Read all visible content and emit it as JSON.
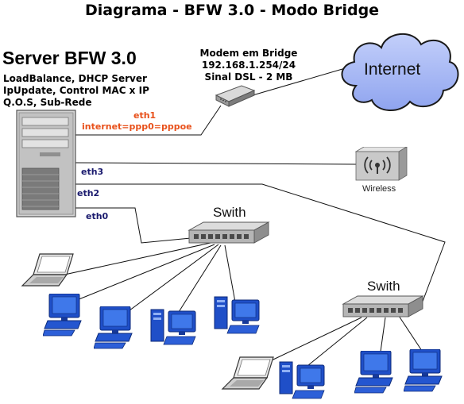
{
  "title": "Diagrama - BFW 3.0 - Modo Bridge",
  "server": {
    "name": "Server BFW 3.0",
    "features": [
      "LoadBalance, DHCP Server",
      "IpUpdate, Control MAC x IP",
      "Q.O.S, Sub-Rede"
    ]
  },
  "modem": {
    "lines": [
      "Modem em Bridge",
      "192.168.1.254/24",
      "Sinal DSL - 2 MB"
    ]
  },
  "internet": {
    "label": "Internet"
  },
  "interfaces": {
    "eth1": "eth1",
    "eth1_note": "internet=ppp0=pppoe",
    "eth3": "eth3",
    "eth2": "eth2",
    "eth0": "eth0"
  },
  "wireless": {
    "label": "Wireless"
  },
  "switches": [
    {
      "label": "Swith"
    },
    {
      "label": "Swith"
    }
  ],
  "colors": {
    "eth_label": "#1a1a6e",
    "eth1_label": "#e8501a",
    "internet_cloud": "#a9b9f5",
    "pc_monitor": "#1f4fc8"
  },
  "icons": [
    "server-tower-icon",
    "dsl-modem-icon",
    "internet-cloud-icon",
    "wireless-access-point-icon",
    "network-switch-icon",
    "laptop-icon",
    "desktop-pc-icon",
    "tower-pc-icon"
  ]
}
